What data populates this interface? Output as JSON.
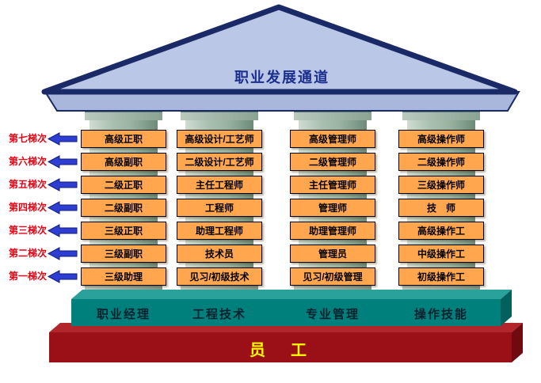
{
  "title": "职业发展通道",
  "tiers": [
    "第七梯次",
    "第六梯次",
    "第五梯次",
    "第四梯次",
    "第三梯次",
    "第二梯次",
    "第一梯次"
  ],
  "columns": [
    {
      "category": "职业经理",
      "levels": [
        "高级正职",
        "高级副职",
        "二级正职",
        "二级副职",
        "三级正职",
        "三级副职",
        "三级助理"
      ]
    },
    {
      "category": "工程技术",
      "levels": [
        "高级设计/工艺师",
        "二级设计/工艺师",
        "主任工程师",
        "工程师",
        "助理工程师",
        "技术员",
        "见习/初级技术"
      ]
    },
    {
      "category": "专业管理",
      "levels": [
        "高级管理师",
        "二级管理师",
        "主任管理师",
        "管理师",
        "助理管理师",
        "管理员",
        "见习/初级管理"
      ]
    },
    {
      "category": "操作技能",
      "levels": [
        "高级操作师",
        "二级操作师",
        "三级操作师",
        "技　师",
        "高级操作工",
        "中级操作工",
        "初级操作工"
      ]
    }
  ],
  "base_label": "员　工",
  "colors": {
    "roof_face": "#bac7e6",
    "roof_edge": "#1a2a66",
    "pillar": "#9bb4a2",
    "level_box": "#ffa64f",
    "arrow": "#2e3ed2",
    "tier_text": "#e60012",
    "platform": "#00807c",
    "base": "#9b1016",
    "base_text": "#ffff00",
    "title_text": "#1b2f8e"
  }
}
